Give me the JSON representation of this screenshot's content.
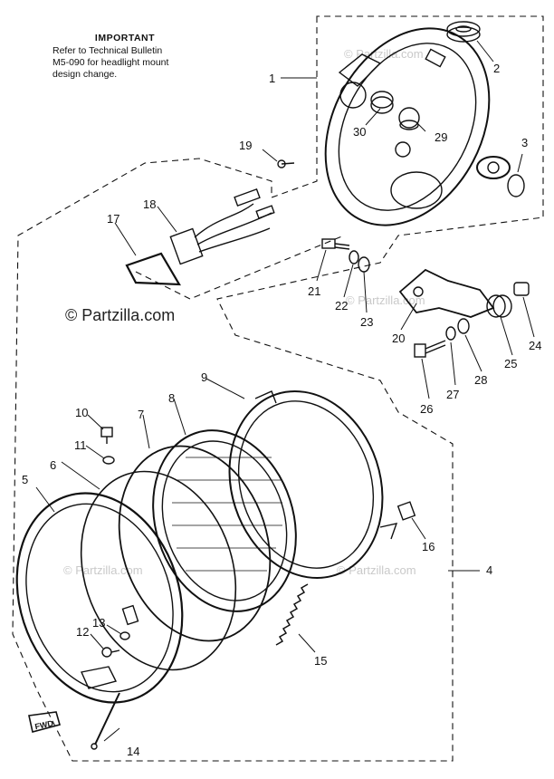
{
  "note": {
    "heading": "IMPORTANT",
    "lines": [
      "Refer to Technical Bulletin",
      "M5-090 for headlight mount",
      "design change."
    ]
  },
  "copyright": "© Partzilla.com",
  "watermark": "© Partzilla.com",
  "fwd_tag": "FWD",
  "part_numbers": {
    "p1": "1",
    "p2": "2",
    "p3": "3",
    "p4": "4",
    "p5": "5",
    "p6": "6",
    "p7": "7",
    "p8": "8",
    "p9": "9",
    "p10": "10",
    "p11": "11",
    "p12": "12",
    "p13": "13",
    "p14": "14",
    "p15": "15",
    "p16": "16",
    "p17": "17",
    "p18": "18",
    "p19": "19",
    "p20": "20",
    "p21": "21",
    "p22": "22",
    "p23": "23",
    "p24": "24",
    "p25": "25",
    "p26": "26",
    "p27": "27",
    "p28": "28",
    "p29": "29",
    "p30": "30"
  }
}
